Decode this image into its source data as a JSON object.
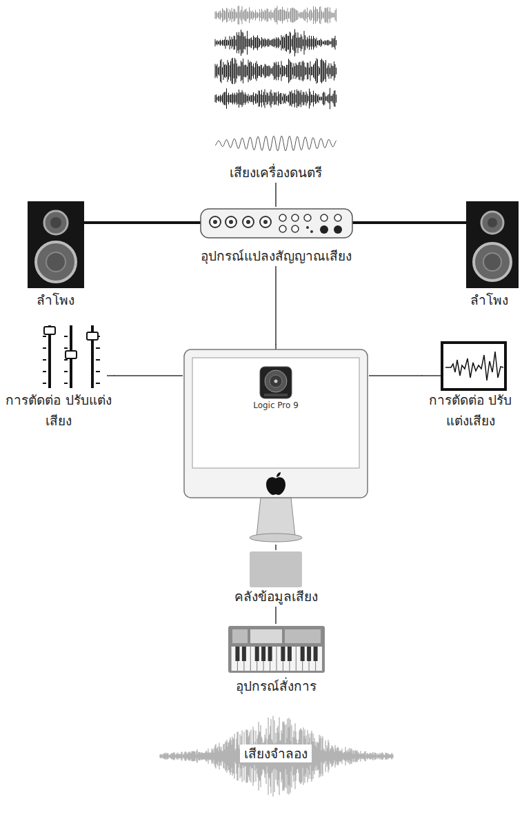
{
  "diagram": {
    "nodes": [
      {
        "text": [
          "เสียงเครื่องดนตรี"
        ]
      },
      {
        "text": [
          "ลำโพง"
        ]
      },
      {
        "text": [
          "อุปกรณ์แปลงสัญญาณเสียง"
        ]
      },
      {
        "text": [
          "ลำโพง"
        ]
      },
      {
        "text": [
          "การตัดต่อ ปรับแต่งเสียง"
        ]
      },
      {
        "text": [
          "Logic Pro 9"
        ]
      },
      {
        "text": [
          "การตัดต่อ ปรับแต่งเสียง"
        ]
      },
      {
        "text": [
          "คลังข้อมูลเสียง"
        ]
      },
      {
        "text": [
          "อุปกรณ์สั่งการ"
        ]
      }
    ],
    "edges": [
      {
        "from": 0,
        "to": 2,
        "arrow": "none"
      },
      {
        "from": 1,
        "to": 2,
        "arrow": "none"
      },
      {
        "from": 2,
        "to": 3,
        "arrow": "none"
      },
      {
        "from": 2,
        "to": 5,
        "arrow": "none"
      },
      {
        "from": 4,
        "to": 5,
        "arrow": "none"
      },
      {
        "from": 5,
        "to": 6,
        "arrow": "none"
      },
      {
        "from": 5,
        "to": 7,
        "arrow": "none"
      },
      {
        "from": 7,
        "to": 8,
        "arrow": "none"
      }
    ],
    "labels": [
      "เสียงจำลอง"
    ]
  }
}
